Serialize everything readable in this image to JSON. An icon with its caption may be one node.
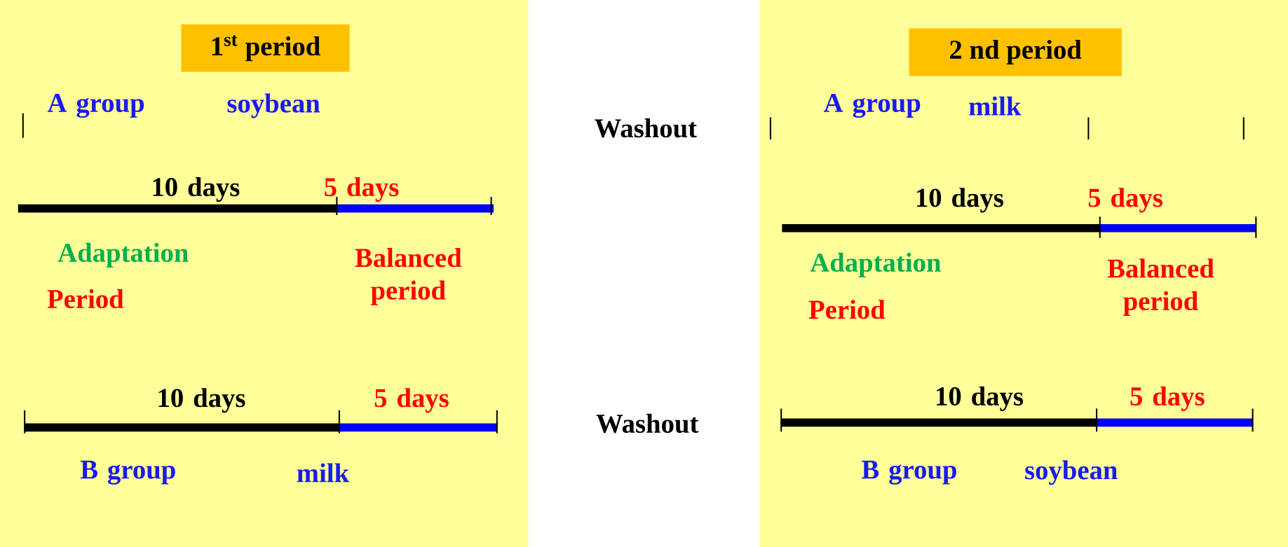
{
  "diagram": {
    "nodes": [
      {
        "text": [],
        "shape": "box"
      },
      {
        "text": [
          "1$^{st}$ period"
        ],
        "in": 0
      },
      {
        "text": [],
        "shape": "box"
      },
      {
        "text": [
          "2 nd period"
        ],
        "in": 2
      }
    ],
    "labels": [
      "A group",
      "soybean",
      "10 days",
      "5 days",
      "Adaptation",
      "Period",
      "Balanced period",
      "10 days",
      "5 days",
      "B group",
      "milk",
      "Washout",
      "Washout",
      "A group",
      "milk",
      "10 days",
      "5 days",
      "Adaptation",
      "Period",
      "Balanced period",
      "10 days",
      "5 days",
      "B group",
      "soybean"
    ]
  }
}
